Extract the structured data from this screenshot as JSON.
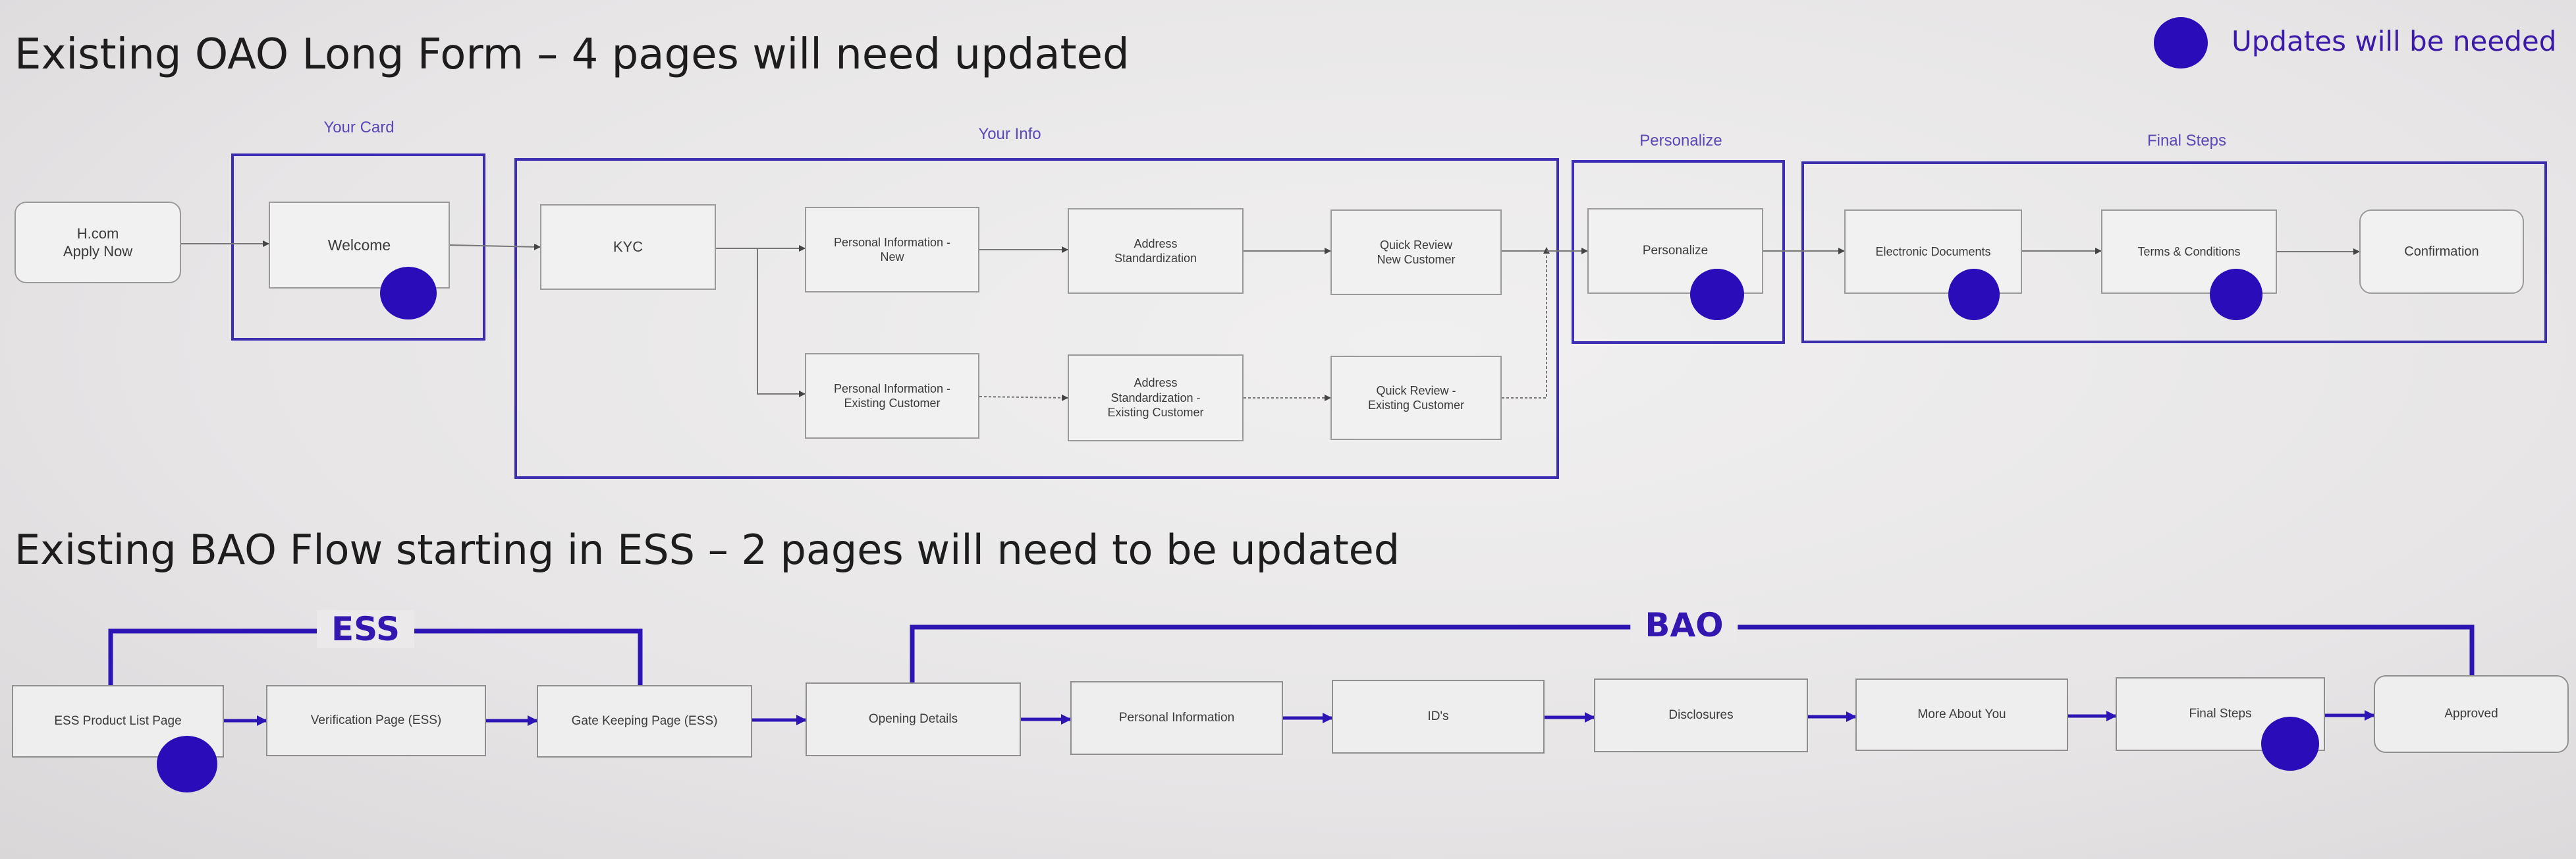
{
  "top_section": {
    "title": "Existing OAO Long Form – 4 pages will need updated",
    "groups": {
      "your_card": "Your Card",
      "your_info": "Your Info",
      "personalize": "Personalize",
      "final_steps": "Final Steps"
    },
    "nodes": {
      "hcom": [
        "H.com",
        "Apply Now"
      ],
      "welcome": "Welcome",
      "kyc": "KYC",
      "pi_new": [
        "Personal Information -",
        "New"
      ],
      "addr_std": [
        "Address",
        "Standardization"
      ],
      "qr_new": [
        "Quick Review",
        "New Customer"
      ],
      "pi_existing": [
        "Personal Information -",
        "Existing Customer"
      ],
      "addr_existing": [
        "Address",
        "Standardization -",
        "Existing Customer"
      ],
      "qr_existing": [
        "Quick Review -",
        "Existing Customer"
      ],
      "personalize": "Personalize",
      "e_docs": "Electronic Documents",
      "terms": "Terms & Conditions",
      "confirmation": "Confirmation"
    }
  },
  "legend": {
    "label": "Updates will be needed",
    "color": "#2a0cb8"
  },
  "bottom_section": {
    "title": "Existing BAO Flow starting in ESS – 2 pages will need to be updated",
    "brackets": {
      "ess": "ESS",
      "bao": "BAO"
    },
    "nodes": {
      "ess_product_list": "ESS Product List Page",
      "verification": "Verification Page (ESS)",
      "gate_keeping": "Gate Keeping Page (ESS)",
      "opening_details": "Opening Details",
      "personal_information": "Personal Information",
      "ids": "ID's",
      "disclosures": "Disclosures",
      "more_about_you": "More About You",
      "final_steps": "Final Steps",
      "approved": "Approved"
    }
  },
  "pages_needing_update": {
    "top": [
      "Welcome",
      "Personalize",
      "Electronic Documents",
      "Terms & Conditions"
    ],
    "bottom": [
      "ESS Product List Page",
      "Final Steps"
    ]
  },
  "colors": {
    "accent": "#2a0cb8",
    "group_border": "#3d2db0",
    "bar": "#2d14b5"
  }
}
